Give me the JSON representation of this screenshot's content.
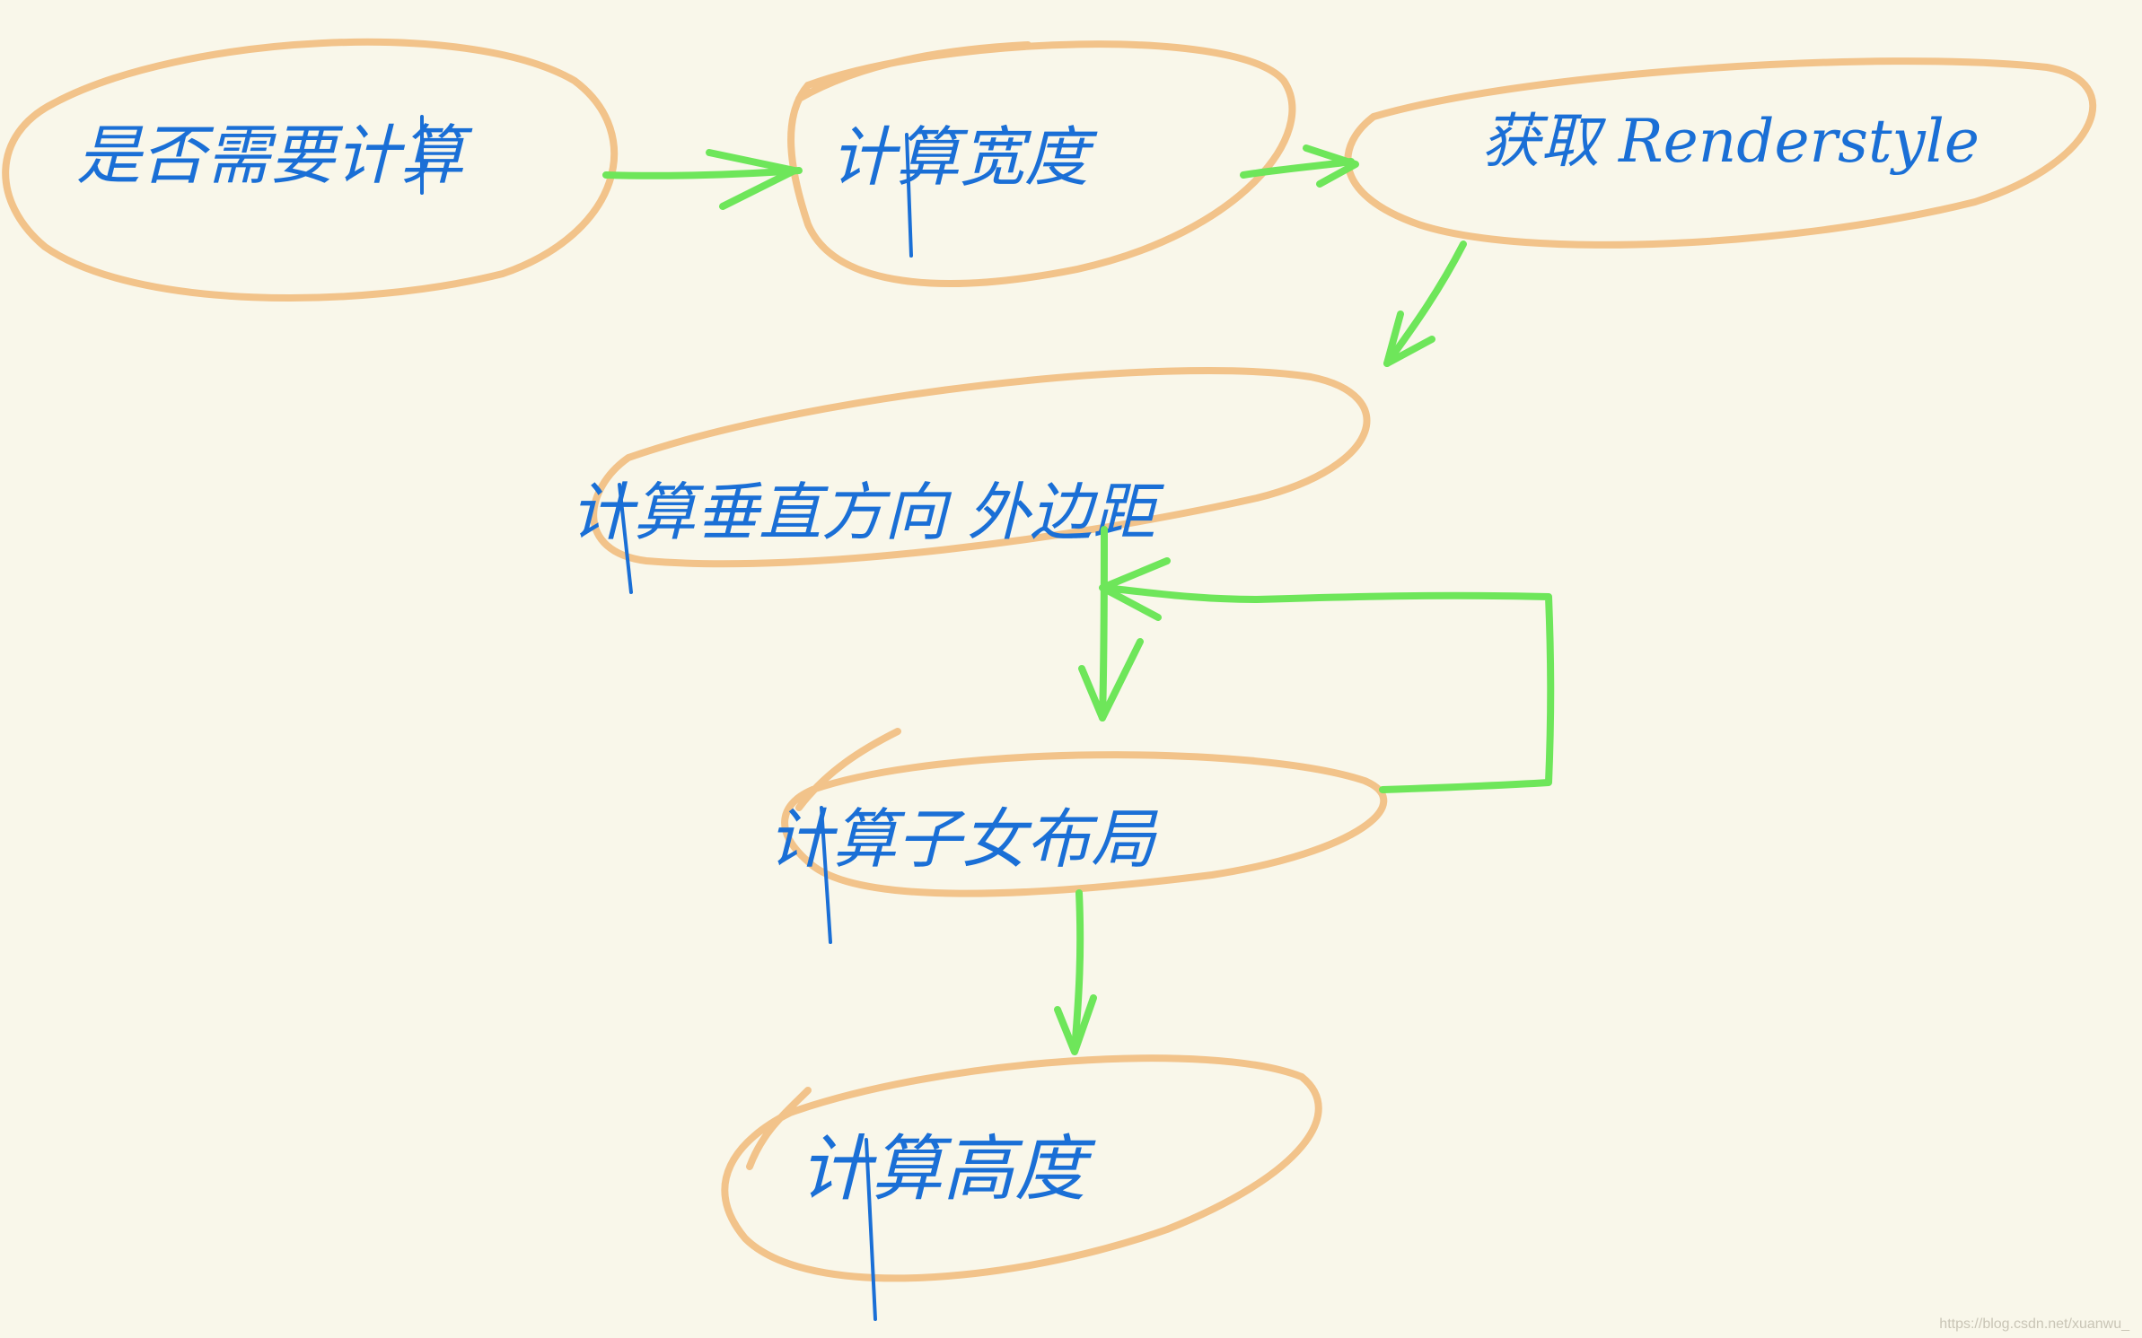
{
  "nodes": [
    {
      "id": "n1",
      "label": "是否需要计算"
    },
    {
      "id": "n2",
      "label": "计算宽度"
    },
    {
      "id": "n3",
      "label": "获取 Renderstyle"
    },
    {
      "id": "n4",
      "label": "计算垂直方向 外边距"
    },
    {
      "id": "n5",
      "label": "计算子女布局"
    },
    {
      "id": "n6",
      "label": "计算高度"
    }
  ],
  "edges": [
    {
      "from": "n1",
      "to": "n2"
    },
    {
      "from": "n2",
      "to": "n3"
    },
    {
      "from": "n3",
      "to": "n4"
    },
    {
      "from": "n4",
      "to": "n5"
    },
    {
      "from": "n5",
      "to": "n5"
    },
    {
      "from": "n5",
      "to": "n6"
    }
  ],
  "watermark": "https://blog.csdn.net/xuanwu_",
  "colors": {
    "background": "#f9f7ea",
    "node_outline": "#f2c38a",
    "arrow": "#6ee65a",
    "text": "#1a6fd6"
  }
}
